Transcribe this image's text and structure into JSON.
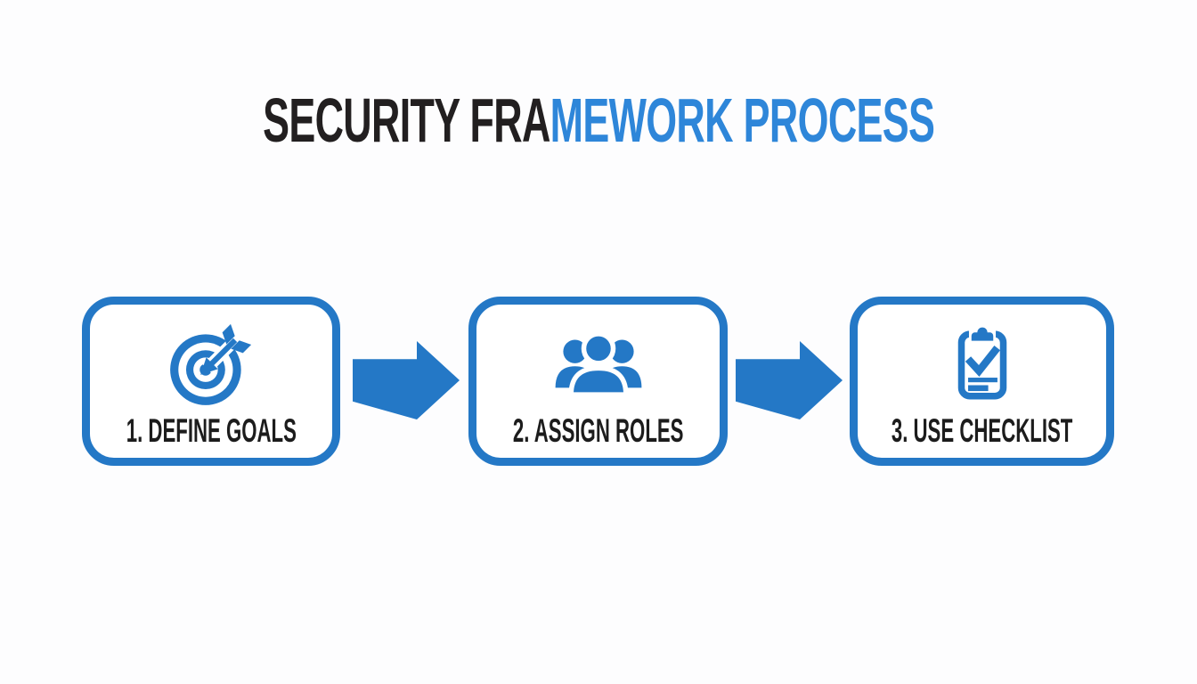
{
  "title": {
    "black_part": "SECURITY FRA",
    "blue_part": "MEWORK PROCESS"
  },
  "colors": {
    "accent_blue": "#2478c6",
    "title_blue": "#2e86d9",
    "title_black": "#221f20",
    "label_black": "#1c1c1c",
    "background": "#fdfdfe"
  },
  "steps": [
    {
      "number": "1",
      "label": "1. DEFINE GOALS",
      "icon": "target-icon"
    },
    {
      "number": "2",
      "label": "2. ASSIGN ROLES",
      "icon": "people-group-icon"
    },
    {
      "number": "3",
      "label": "3. USE CHECKLIST",
      "icon": "clipboard-checklist-icon"
    }
  ]
}
